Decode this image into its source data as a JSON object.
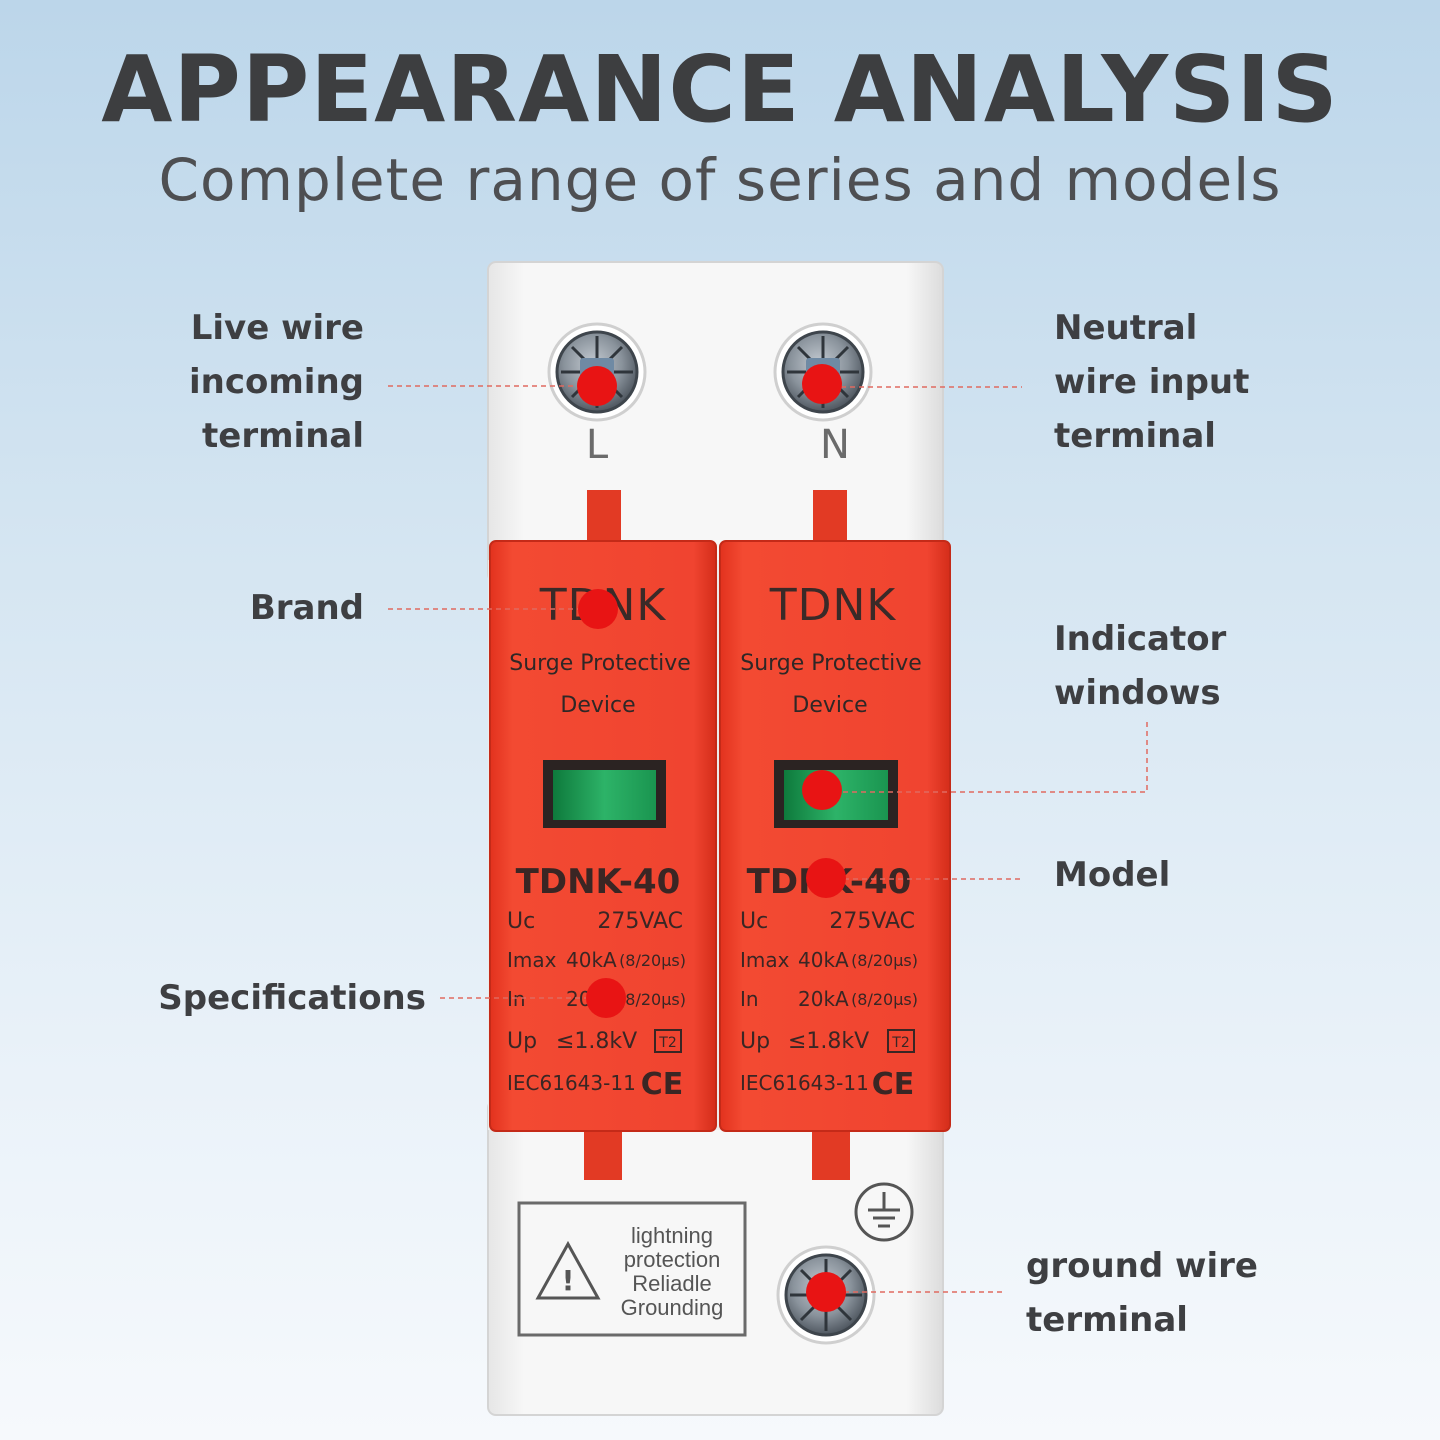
{
  "header": {
    "title": "APPEARANCE ANALYSIS",
    "subtitle": "Complete range of series and models"
  },
  "device": {
    "terminal_labels": [
      "L",
      "N"
    ],
    "poles": [
      {
        "brand": "TDNK",
        "device_line1": "Surge Protective",
        "device_line2": "Device",
        "model": "TDNK-40",
        "specs": [
          {
            "key": "Uc",
            "value": "275VAC",
            "note": ""
          },
          {
            "key": "Imax",
            "value": "40kA",
            "note": "(8/20μs)"
          },
          {
            "key": "In",
            "value": "20kA",
            "note": "(8/20μs)"
          },
          {
            "key": "Up",
            "value": "≤1.8kV",
            "note": "T2"
          }
        ],
        "standard": "IEC61643-11",
        "mark": "CE"
      },
      {
        "brand": "TDNK",
        "device_line1": "Surge Protective",
        "device_line2": "Device",
        "model": "TDNK-40",
        "specs": [
          {
            "key": "Uc",
            "value": "275VAC",
            "note": ""
          },
          {
            "key": "Imax",
            "value": "40kA",
            "note": "(8/20μs)"
          },
          {
            "key": "In",
            "value": "20kA",
            "note": "(8/20μs)"
          },
          {
            "key": "Up",
            "value": "≤1.8kV",
            "note": "T2"
          }
        ],
        "standard": "IEC61643-11",
        "mark": "CE"
      }
    ],
    "warning_label": [
      "lightning",
      "protection",
      "Reliadle",
      "Grounding"
    ]
  },
  "callouts": {
    "live": [
      "Live wire",
      "incoming",
      "terminal"
    ],
    "neutral": [
      "Neutral",
      "wire input",
      "terminal"
    ],
    "brand": [
      "Brand"
    ],
    "indicator": [
      "Indicator",
      "windows"
    ],
    "model": [
      "Model"
    ],
    "specifications": [
      "Specifications"
    ],
    "ground": [
      "ground wire",
      "terminal"
    ]
  },
  "colors": {
    "housing_red": "#f0402a",
    "housing_white": "#f4f4f4",
    "indicator_green": "#1fa25a",
    "marker_red": "#e81414",
    "text_dark": "#3e3f42"
  }
}
